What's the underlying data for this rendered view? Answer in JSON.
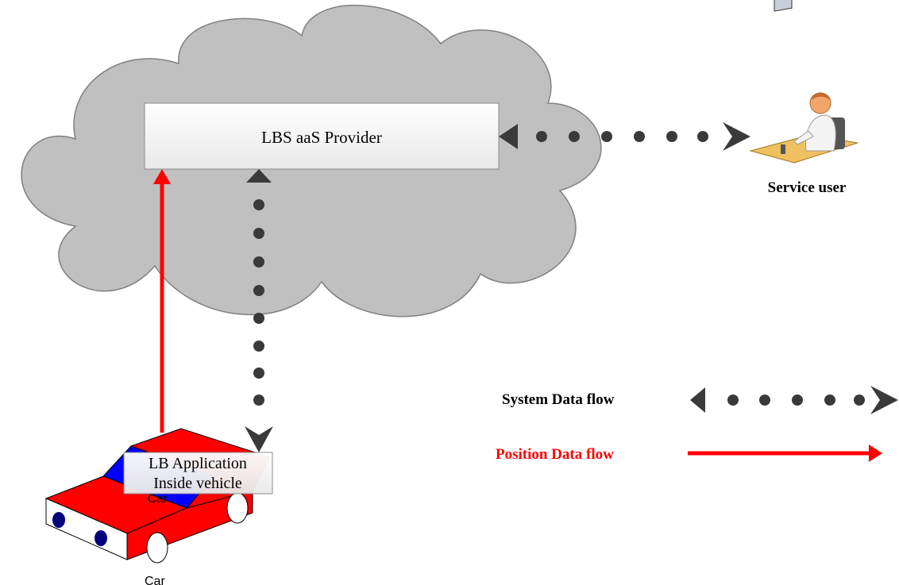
{
  "nodes": {
    "provider": {
      "label": "LBS aaS Provider"
    },
    "service_user": {
      "label": "Service user"
    },
    "app": {
      "line1": "LB Application",
      "line2": "Inside vehicle"
    },
    "car": {
      "label": "Car",
      "hidden_label": "Car"
    }
  },
  "legend": {
    "system": {
      "label": "System Data flow"
    },
    "position": {
      "label": "Position Data flow"
    }
  },
  "colors": {
    "cloud_fill": "#c0c0c0",
    "cloud_stroke": "#808080",
    "dots": "#3a3a3a",
    "position_flow": "#ff0000",
    "car_body": "#ff0000",
    "car_window": "#0000ff",
    "car_dots": "#00007a"
  },
  "icons": {
    "service_user": "person-at-computer-icon"
  }
}
